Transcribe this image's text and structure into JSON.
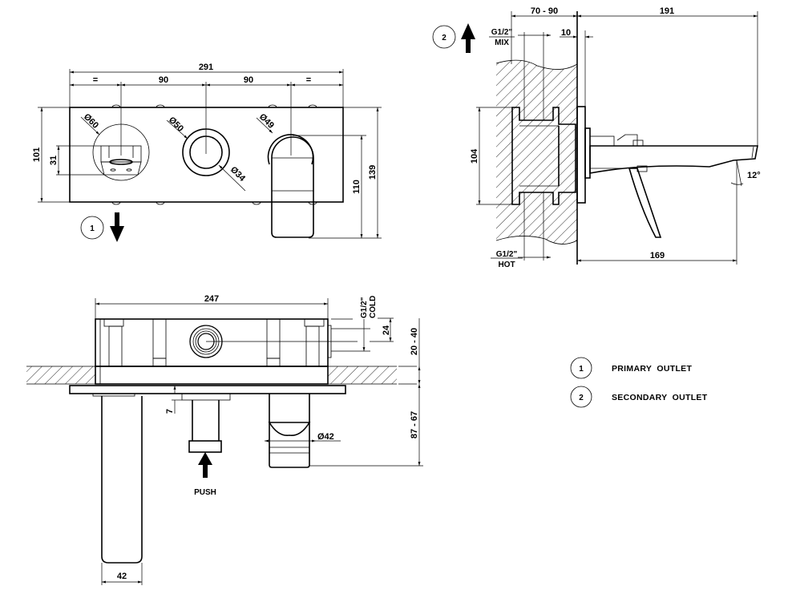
{
  "drawing": {
    "front_view": {
      "dims": {
        "overall_width": "291",
        "left_equal": "=",
        "spacing_left": "90",
        "spacing_right": "90",
        "right_equal": "=",
        "height": "101",
        "outlet_height": "31",
        "diverter_dia": "Ø60",
        "knob_outer_dia": "Ø50",
        "knob_inner_dia": "Ø34",
        "lever_dia": "Ø49",
        "lever_drop": "110",
        "overall_height": "139"
      },
      "outlet_marker": "1"
    },
    "side_view": {
      "dims": {
        "wall_depth": "70 - 90",
        "projection": "191",
        "plate_thickness": "10",
        "body_height": "104",
        "spout_reach": "169",
        "angle": "12°"
      },
      "mix_label_top": "G1/2\"",
      "mix_label_bottom": "MIX",
      "hot_label_top": "G1/2\"",
      "hot_label_bottom": "HOT",
      "outlet_marker": "2"
    },
    "top_view": {
      "dims": {
        "body_width": "247",
        "cold_offset": "24",
        "wall_range": "20 - 40",
        "protrusion_range": "87 - 67",
        "button_gap": "7",
        "knob_dia": "Ø42",
        "spout_width": "42"
      },
      "cold_label_top": "G1/2\"",
      "cold_label_bottom": "COLD",
      "push_label": "PUSH"
    },
    "legend": [
      {
        "number": "1",
        "label": "PRIMARY  OUTLET"
      },
      {
        "number": "2",
        "label": "SECONDARY  OUTLET"
      }
    ]
  }
}
